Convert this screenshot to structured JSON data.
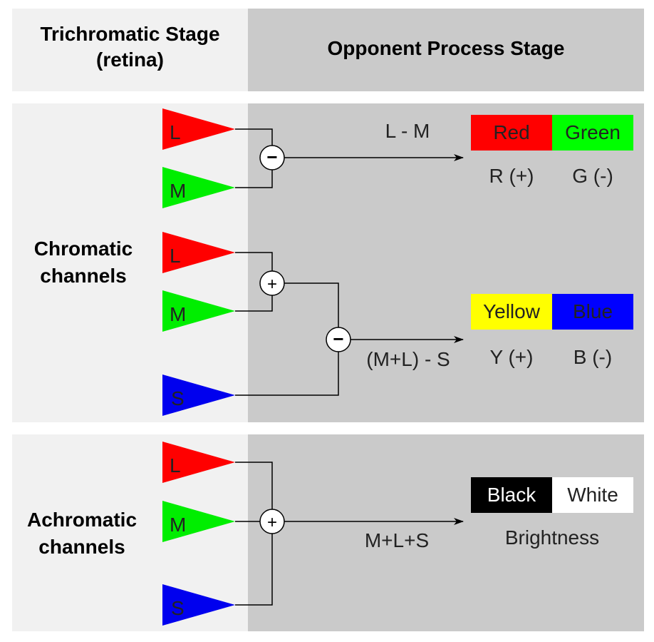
{
  "header": {
    "left_title": "Trichromatic Stage (retina)",
    "right_title": "Opponent Process Stage"
  },
  "sections": {
    "chromatic_label": "Chromatic channels",
    "achromatic_label": "Achromatic channels"
  },
  "cones": {
    "L": "L",
    "M": "M",
    "S": "S"
  },
  "operators": {
    "minus": "−",
    "plus": "+"
  },
  "channels": {
    "red_green": {
      "formula": "L - M",
      "positive": "Red",
      "negative": "Green",
      "positive_caption": "R (+)",
      "negative_caption": "G (-)"
    },
    "yellow_blue": {
      "formula": "(M+L) - S",
      "positive": "Yellow",
      "negative": "Blue",
      "positive_caption": "Y (+)",
      "negative_caption": "B (-)"
    },
    "black_white": {
      "formula": "M+L+S",
      "left": "Black",
      "right": "White",
      "caption": "Brightness"
    }
  },
  "colors": {
    "L": "#ff0000",
    "M": "#00ee00",
    "S": "#0000ee",
    "red": "#ff0000",
    "green": "#00ff00",
    "yellow": "#ffff00",
    "blue": "#0000ff",
    "black": "#000000",
    "white": "#ffffff",
    "panel_light": "#f1f1f1",
    "panel_dark": "#cacaca"
  }
}
